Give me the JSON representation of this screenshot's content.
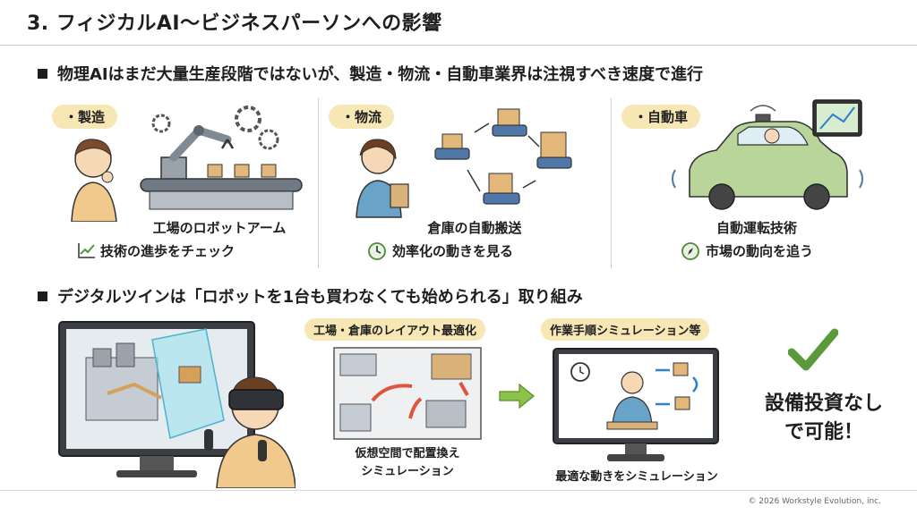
{
  "title": "3. フィジカルAI〜ビジネスパーソンへの影響",
  "section1": {
    "heading": "物理AIはまだ大量生産段階ではないが、製造・物流・自動車業界は注視すべき速度で進行",
    "columns": [
      {
        "tag": "・製造",
        "caption1": "工場のロボットアーム",
        "caption2": "技術の進歩をチェック",
        "icon": "trend-chart-icon"
      },
      {
        "tag": "・物流",
        "caption1": "倉庫の自動搬送",
        "caption2": "効率化の動きを見る",
        "icon": "clock-icon"
      },
      {
        "tag": "・自動車",
        "caption1": "自動運転技術",
        "caption2": "市場の動向を追う",
        "icon": "compass-icon"
      }
    ]
  },
  "section2": {
    "heading": "デジタルツインは「ロボットを1台も買わなくても始められる」取り組み",
    "tag_layout": "工場・倉庫のレイアウト最適化",
    "tag_procedure": "作業手順シミュレーション等",
    "caption_layout_1": "仮想空間で配置換え",
    "caption_layout_2": "シミュレーション",
    "caption_procedure": "最適な動きをシミュレーション",
    "result_1": "設備投資なし",
    "result_2": "で可能！"
  },
  "copyright": "© 2026 Workstyle Evolution, inc.",
  "colors": {
    "accent_pill": "#f7e7b4",
    "check_green": "#5a9a3a",
    "arrow_green": "#8bc34a"
  }
}
